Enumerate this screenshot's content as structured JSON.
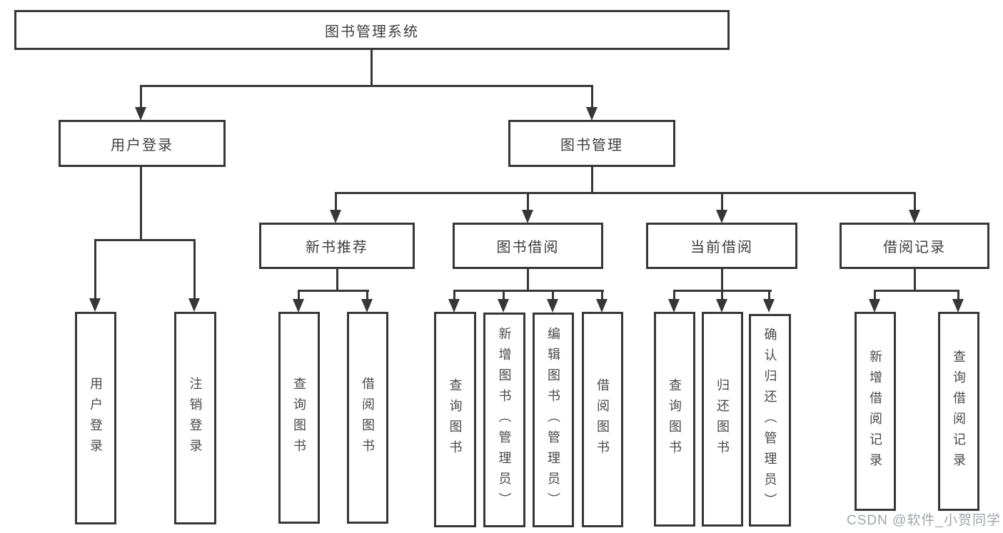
{
  "diagram": {
    "title": "图书管理系统",
    "root": {
      "label": "图书管理系统"
    },
    "level2": {
      "user_login": {
        "label": "用户登录"
      },
      "book_management": {
        "label": "图书管理"
      }
    },
    "level3": {
      "new_book_recommend": {
        "label": "新书推荐"
      },
      "book_borrow": {
        "label": "图书借阅"
      },
      "current_borrow": {
        "label": "当前借阅"
      },
      "borrow_records": {
        "label": "借阅记录"
      }
    },
    "leaves": {
      "user_login": [
        "用户登录",
        "注销登录"
      ],
      "new_book_recommend": [
        "查询图书",
        "借阅图书"
      ],
      "book_borrow": [
        "查询图书",
        "新增图书（管理员）",
        "编辑图书（管理员）",
        "借阅图书"
      ],
      "current_borrow": [
        "查询图书",
        "归还图书",
        "确认归还（管理员）"
      ],
      "borrow_records": [
        "新增借阅记录",
        "查询借阅记录"
      ]
    },
    "watermark": "CSDN @软件_小贺同学",
    "colors": {
      "line": "#373737",
      "node_text": "#3e3e3e",
      "leaf_text": "#4a4a4a",
      "watermark": "#a0a5ab",
      "background": "#ffffff"
    }
  }
}
